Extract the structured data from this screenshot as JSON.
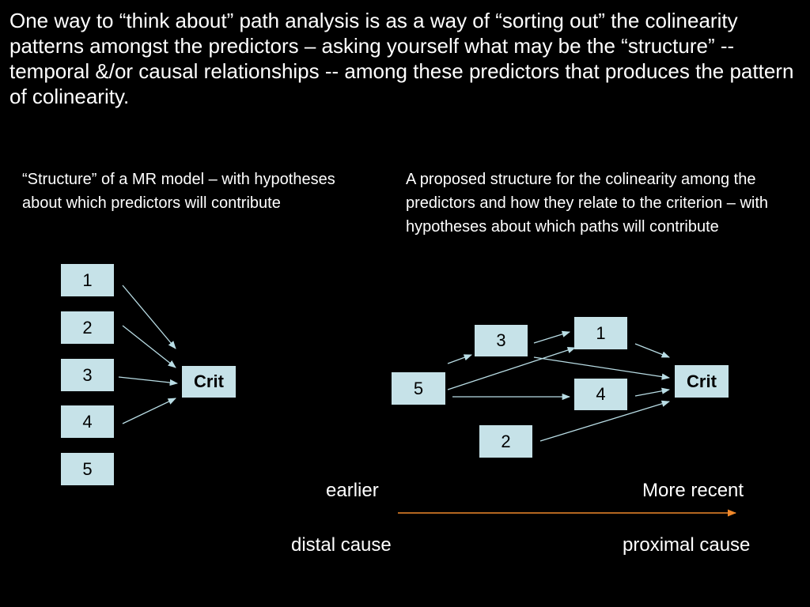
{
  "heading": "One way to “think about” path analysis is as a way of “sorting out” the colinearity patterns amongst the predictors – asking yourself what may be the “structure” -- temporal &/or causal relationships -- among these predictors that produces the pattern of colinearity.",
  "left_panel": {
    "caption": "“Structure” of a MR model – with hypotheses about which predictors will contribute",
    "predictors": [
      "1",
      "2",
      "3",
      "4",
      "5"
    ],
    "criterion": "Crit"
  },
  "right_panel": {
    "caption": "A proposed structure for the colinearity among the predictors and how they relate to the criterion – with hypotheses about which paths will contribute",
    "nodes": {
      "n5": "5",
      "n3": "3",
      "n1": "1",
      "n4": "4",
      "n2": "2",
      "crit": "Crit"
    }
  },
  "timeline": {
    "earlier": "earlier",
    "recent": "More recent",
    "distal": "distal cause",
    "proximal": "proximal cause"
  },
  "colors": {
    "box_fill": "#c6e2e8",
    "arrow": "#b9dde5",
    "timeline_arrow": "#f0882a"
  }
}
